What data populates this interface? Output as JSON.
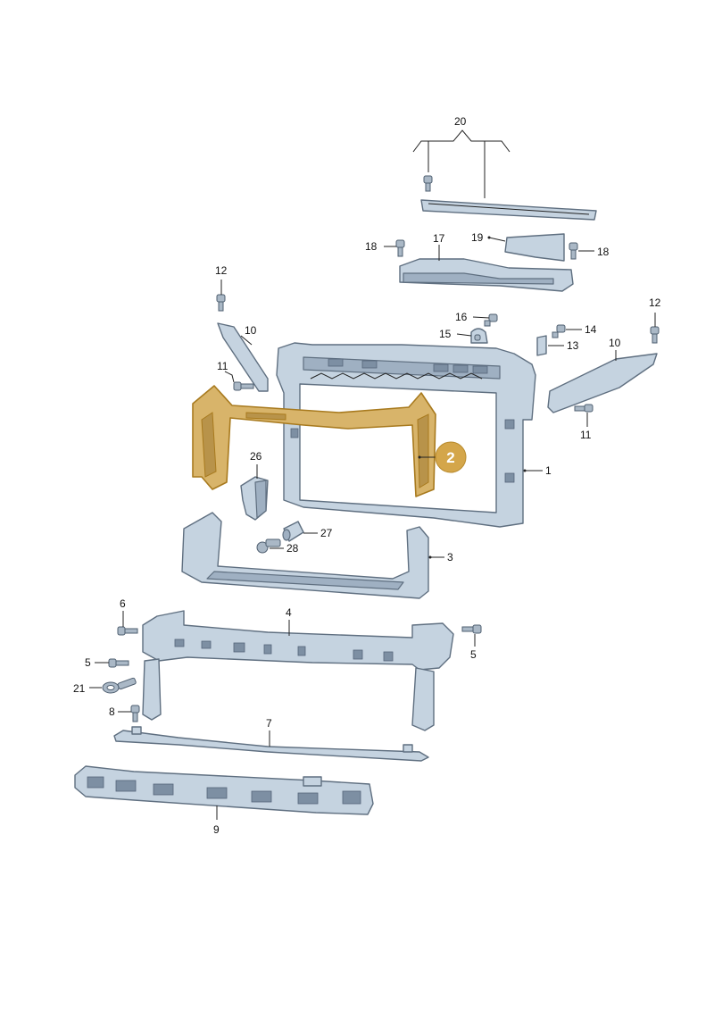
{
  "labels": {
    "p1": "1",
    "p3": "3",
    "p4": "4",
    "p5a": "5",
    "p5b": "5",
    "p6": "6",
    "p7": "7",
    "p8": "8",
    "p9": "9",
    "p10a": "10",
    "p10b": "10",
    "p11a": "11",
    "p11b": "11",
    "p12a": "12",
    "p12b": "12",
    "p13": "13",
    "p14": "14",
    "p15": "15",
    "p16": "16",
    "p17": "17",
    "p18a": "18",
    "p18b": "18",
    "p19": "19",
    "p20": "20",
    "p21": "21",
    "p26": "26",
    "p27": "27",
    "p28": "28"
  },
  "highlight": {
    "badge": "2",
    "color": "#d4a64a"
  },
  "colors": {
    "part_fill": "#c5d3e0",
    "part_stroke": "#5f6f80",
    "highlight_fill": "#d8b46a"
  }
}
